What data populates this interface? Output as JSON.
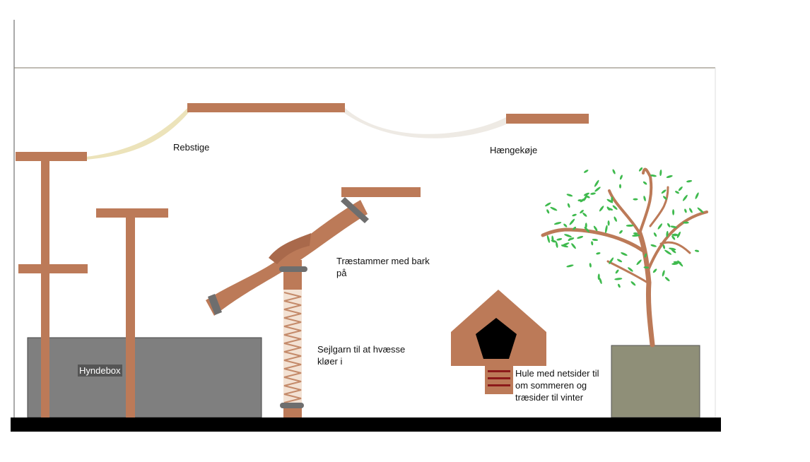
{
  "labels": {
    "rope_ladder": "Rebstige",
    "hammock": "Hængekøje",
    "tree_trunks": "Træstammer med bark\npå",
    "sisal": "Sejlgarn til at hvæsse\nkløer i",
    "cushion_box": "Hyndebox",
    "cave": "Hule med netsider til\nom sommeren og\ntræsider til vinter"
  },
  "colors": {
    "wood": "#bc7a58",
    "box_gray": "#7f7f7f",
    "pot": "#8f8f78",
    "floor": "#000000",
    "leaf": "#3fba4e",
    "rope_ladder": "#ece3ba",
    "hammock": "#eeeae4",
    "clamp": "#6e6e6e",
    "cave_stripe": "#8c1a1a",
    "frame_line": "#807868"
  }
}
